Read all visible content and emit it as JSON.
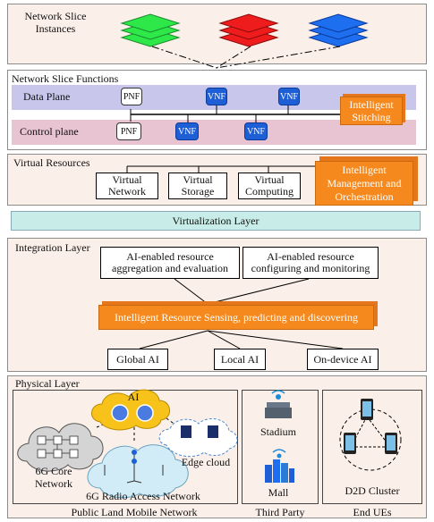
{
  "instances": {
    "title_line1": "Network Slice",
    "title_line2": "Instances"
  },
  "functions": {
    "title": "Network Slice Functions",
    "data_plane": "Data Plane",
    "control_plane": "Control plane",
    "pnf": "PNF",
    "vnf": "VNF",
    "stitching": "Intelligent Stitching"
  },
  "virtual_resources": {
    "title": "Virtual Resources",
    "network": "Virtual Network",
    "storage": "Virtual Storage",
    "computing": "Virtual Computing",
    "mgmt": "Intelligent Management and Orchestration"
  },
  "virtualization_layer": "Virtualization Layer",
  "integration": {
    "title": "Integration Layer",
    "aggregation": "AI-enabled resource aggregation and evaluation",
    "configuring": "AI-enabled resource configuring and monitoring",
    "sensing": "Intelligent Resource Sensing, predicting and discovering",
    "global_ai": "Global AI",
    "local_ai": "Local AI",
    "ondevice_ai": "On-device AI"
  },
  "physical": {
    "title": "Physical Layer",
    "ai": "AI",
    "core_line1": "6G Core",
    "core_line2": "Network",
    "edge": "Edge cloud",
    "ran": "6G Radio Access Network",
    "stadium": "Stadium",
    "mall": "Mall",
    "d2d": "D2D Cluster",
    "plmn": "Public Land  Mobile Network",
    "third_party": "Third Party",
    "end_ues": "End UEs"
  },
  "colors": {
    "section_bg": "#fbf0e9",
    "orange": "#f5891e",
    "vnf_blue": "#1f5fd6",
    "data_plane": "#c9c6ec",
    "control_plane": "#e8c3d1",
    "virtualization": "#c8ede8",
    "slice_green": "#2ee84a",
    "slice_red": "#ee1c1c",
    "slice_blue": "#1e6ef0"
  }
}
